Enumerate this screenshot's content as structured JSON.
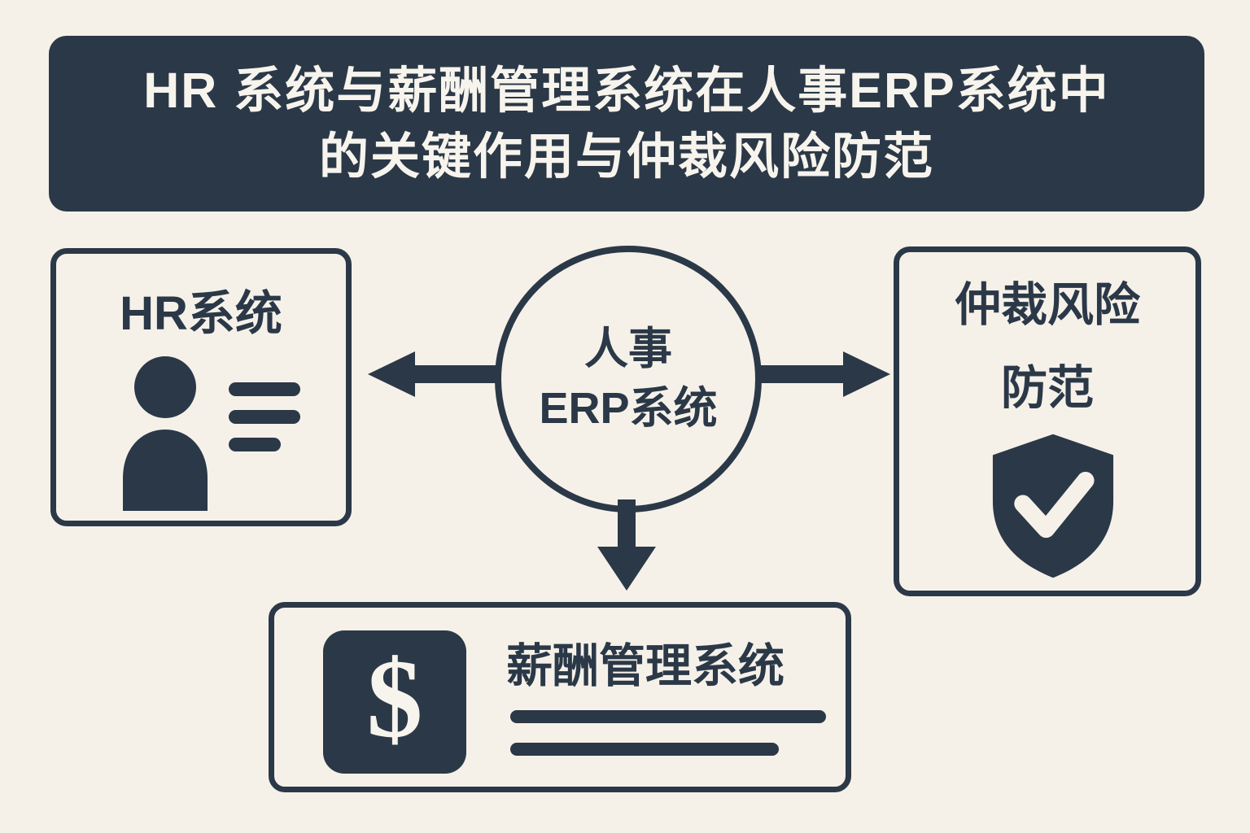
{
  "colors": {
    "bg": "#f5f1e9",
    "ink": "#2b3847",
    "light": "#f7f4ed"
  },
  "title": {
    "line1": "HR 系统与薪酬管理系统在人事ERP系统中",
    "line2": "的关键作用与仲裁风险防范"
  },
  "hr_box": {
    "label": "HR系统",
    "icon": "person-with-list-icon"
  },
  "erp_node": {
    "line1": "人事",
    "line2": "ERP系统"
  },
  "arbitration_box": {
    "line1": "仲裁风险",
    "line2": "防范",
    "icon": "shield-check-icon"
  },
  "payroll_box": {
    "label": "薪酬管理系统",
    "dollar_sign": "$",
    "icon": "dollar-badge-icon"
  },
  "connectors": {
    "left": "arrow-from-erp-to-hr",
    "right": "arrow-from-erp-to-arbitration",
    "down": "arrow-from-erp-to-payroll"
  }
}
